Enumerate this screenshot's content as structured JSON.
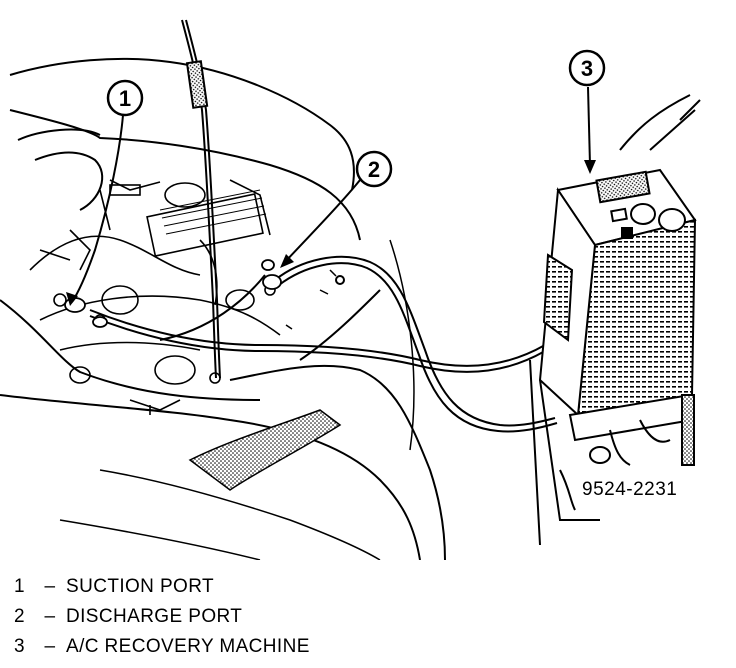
{
  "figure": {
    "id_label": "9524-2231",
    "callouts": [
      {
        "number": "1"
      },
      {
        "number": "2"
      },
      {
        "number": "3"
      }
    ]
  },
  "legend": [
    {
      "number": "1",
      "dash": "–",
      "text": "SUCTION PORT"
    },
    {
      "number": "2",
      "dash": "–",
      "text": "DISCHARGE PORT"
    },
    {
      "number": "3",
      "dash": "–",
      "text": "A/C RECOVERY MACHINE"
    }
  ]
}
